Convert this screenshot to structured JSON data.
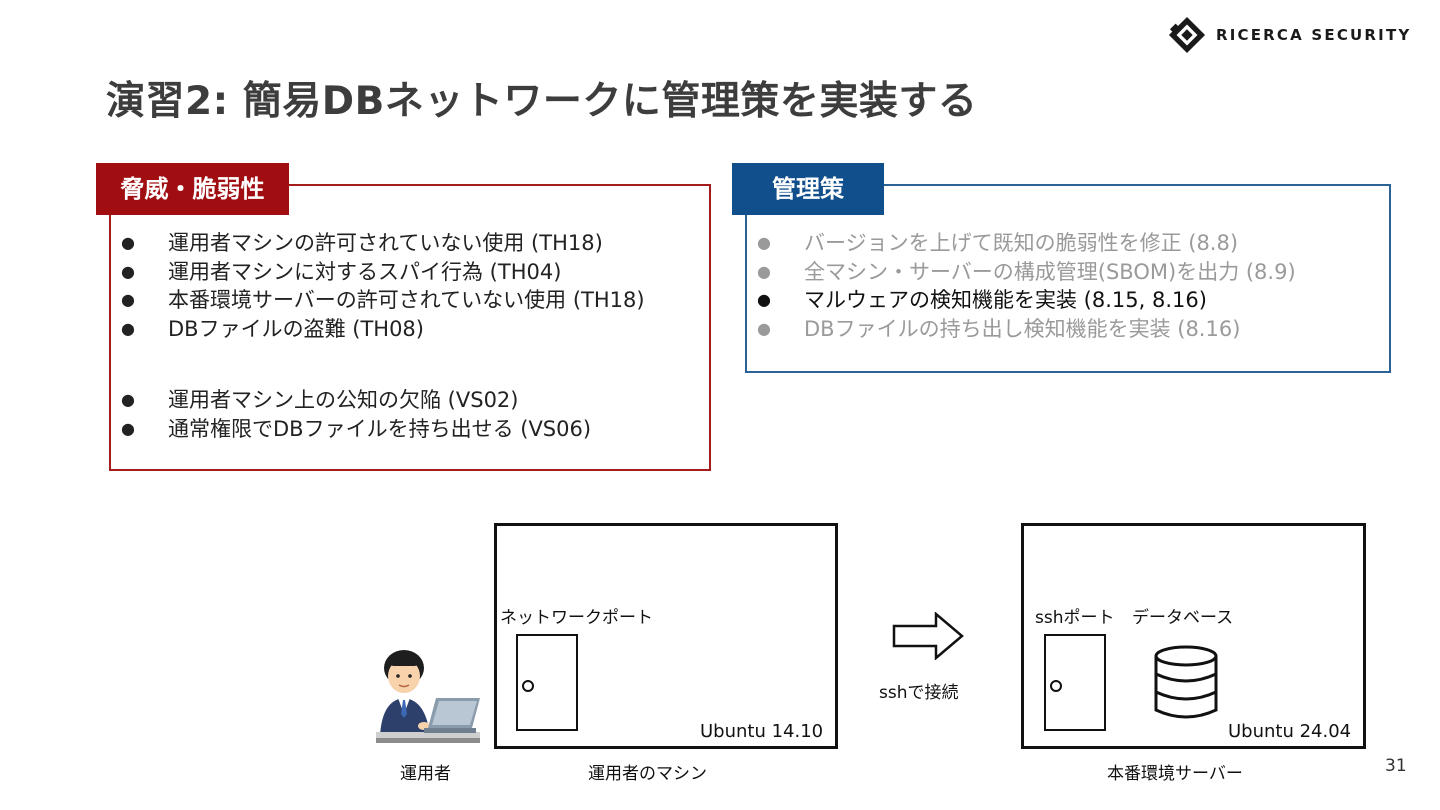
{
  "header": {
    "logo_text": "RICERCA SECURITY",
    "title": "演習2: 簡易DBネットワークに管理策を実装する"
  },
  "threats": {
    "tag": "脅威・脆弱性",
    "items": [
      "運用者マシンの許可されていない使用 (TH18)",
      "運用者マシンに対するスパイ行為 (TH04)",
      "本番環境サーバーの許可されていない使用 (TH18)",
      "DBファイルの盗難 (TH08)"
    ],
    "vulnerabilities": [
      "運用者マシン上の公知の欠陥 (VS02)",
      "通常権限でDBファイルを持ち出せる (VS06)"
    ]
  },
  "controls": {
    "tag": "管理策",
    "items": [
      {
        "text": "バージョンを上げて既知の脆弱性を修正 (8.8)",
        "state": "dim"
      },
      {
        "text": "全マシン・サーバーの構成管理(SBOM)を出力 (8.9)",
        "state": "dim"
      },
      {
        "text": "マルウェアの検知機能を実装 (8.15, 8.16)",
        "state": "active"
      },
      {
        "text": "DBファイルの持ち出し検知機能を実装 (8.16)",
        "state": "dim"
      }
    ]
  },
  "diagram": {
    "operator_label": "運用者",
    "operator_machine": {
      "port_label": "ネットワークポート",
      "os": "Ubuntu 14.10",
      "caption": "運用者のマシン"
    },
    "connection_label": "sshで接続",
    "server": {
      "port_label": "sshポート",
      "db_label": "データベース",
      "os": "Ubuntu 24.04",
      "caption": "本番環境サーバー"
    }
  },
  "page_number": "31",
  "colors": {
    "threat_red": "#a00e12",
    "control_blue": "#114f8c",
    "dim_text": "#9a9a9a"
  },
  "icons": [
    "ricerca-logo-icon",
    "operator-person-icon",
    "laptop-icon",
    "door-icon",
    "database-icon",
    "right-arrow-icon"
  ]
}
